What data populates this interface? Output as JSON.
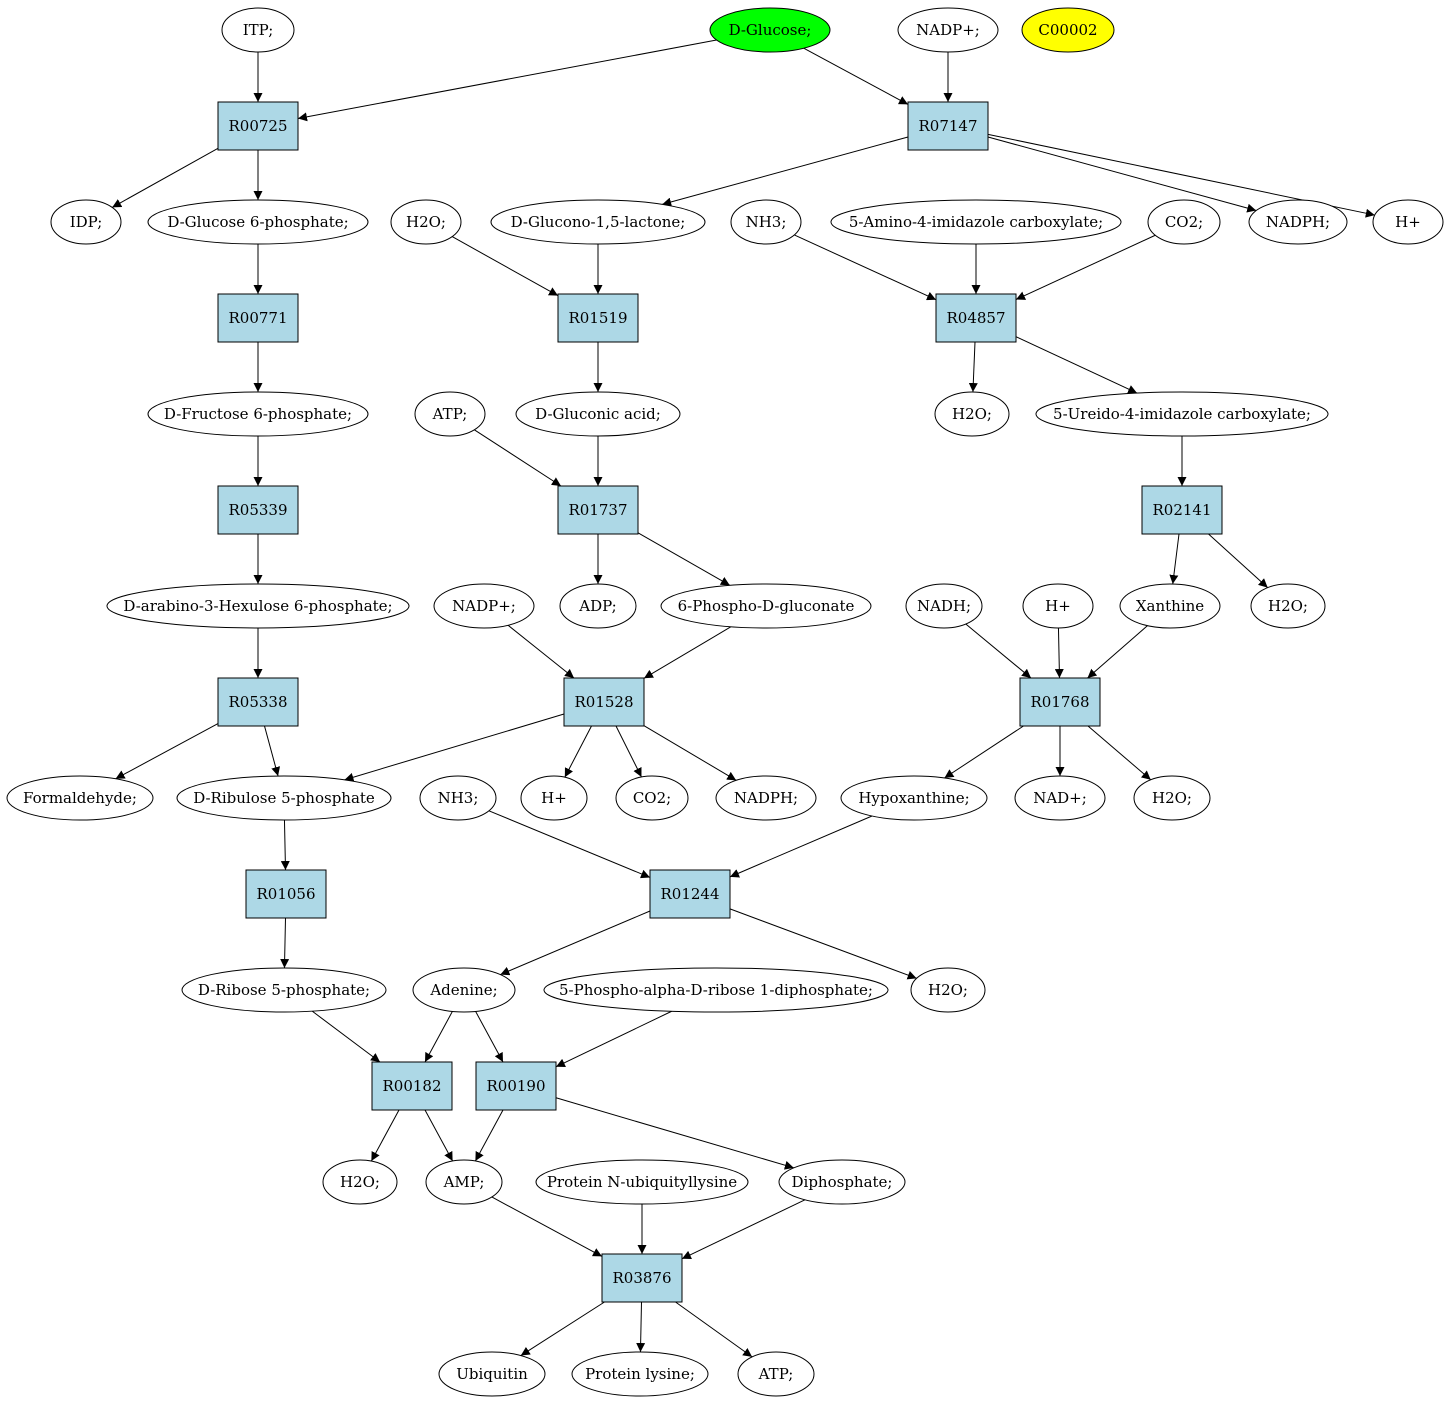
{
  "colors": {
    "reaction_fill": "#add8e6",
    "compound_fill": "#ffffff",
    "highlight_green": "#00ff00",
    "highlight_yellow": "#ffff00",
    "stroke": "#000000"
  },
  "nodes": [
    {
      "id": "itp",
      "label": "ITP;",
      "kind": "compound"
    },
    {
      "id": "dglucose",
      "label": "D-Glucose;",
      "kind": "compound",
      "fill": "green"
    },
    {
      "id": "nadp1",
      "label": "NADP+;",
      "kind": "compound"
    },
    {
      "id": "c00002",
      "label": "C00002",
      "kind": "compound",
      "fill": "yellow"
    },
    {
      "id": "r00725",
      "label": "R00725",
      "kind": "reaction"
    },
    {
      "id": "r07147",
      "label": "R07147",
      "kind": "reaction"
    },
    {
      "id": "idp",
      "label": "IDP;",
      "kind": "compound"
    },
    {
      "id": "g6p",
      "label": "D-Glucose 6-phosphate;",
      "kind": "compound"
    },
    {
      "id": "h2o1",
      "label": "H2O;",
      "kind": "compound"
    },
    {
      "id": "glucono",
      "label": "D-Glucono-1,5-lactone;",
      "kind": "compound"
    },
    {
      "id": "nh3a",
      "label": "NH3;",
      "kind": "compound"
    },
    {
      "id": "aica",
      "label": "5-Amino-4-imidazole carboxylate;",
      "kind": "compound"
    },
    {
      "id": "co2a",
      "label": "CO2;",
      "kind": "compound"
    },
    {
      "id": "nadph1",
      "label": "NADPH;",
      "kind": "compound"
    },
    {
      "id": "hplus1",
      "label": "H+",
      "kind": "compound"
    },
    {
      "id": "r00771",
      "label": "R00771",
      "kind": "reaction"
    },
    {
      "id": "r01519",
      "label": "R01519",
      "kind": "reaction"
    },
    {
      "id": "r04857",
      "label": "R04857",
      "kind": "reaction"
    },
    {
      "id": "f6p",
      "label": "D-Fructose 6-phosphate;",
      "kind": "compound"
    },
    {
      "id": "atp1",
      "label": "ATP;",
      "kind": "compound"
    },
    {
      "id": "gluconic",
      "label": "D-Gluconic acid;",
      "kind": "compound"
    },
    {
      "id": "h2o2",
      "label": "H2O;",
      "kind": "compound"
    },
    {
      "id": "uica",
      "label": "5-Ureido-4-imidazole carboxylate;",
      "kind": "compound"
    },
    {
      "id": "r05339",
      "label": "R05339",
      "kind": "reaction"
    },
    {
      "id": "r01737",
      "label": "R01737",
      "kind": "reaction"
    },
    {
      "id": "r02141",
      "label": "R02141",
      "kind": "reaction"
    },
    {
      "id": "hexulose",
      "label": "D-arabino-3-Hexulose 6-phosphate;",
      "kind": "compound"
    },
    {
      "id": "nadp2",
      "label": "NADP+;",
      "kind": "compound"
    },
    {
      "id": "adp",
      "label": "ADP;",
      "kind": "compound"
    },
    {
      "id": "pgluconate",
      "label": "6-Phospho-D-gluconate",
      "kind": "compound"
    },
    {
      "id": "nadh",
      "label": "NADH;",
      "kind": "compound"
    },
    {
      "id": "hplus2",
      "label": "H+",
      "kind": "compound"
    },
    {
      "id": "xanthine",
      "label": "Xanthine",
      "kind": "compound"
    },
    {
      "id": "h2o3",
      "label": "H2O;",
      "kind": "compound"
    },
    {
      "id": "r05338",
      "label": "R05338",
      "kind": "reaction"
    },
    {
      "id": "r01528",
      "label": "R01528",
      "kind": "reaction"
    },
    {
      "id": "r01768",
      "label": "R01768",
      "kind": "reaction"
    },
    {
      "id": "formaldehyde",
      "label": "Formaldehyde;",
      "kind": "compound"
    },
    {
      "id": "ru5p",
      "label": "D-Ribulose 5-phosphate",
      "kind": "compound"
    },
    {
      "id": "nh3b",
      "label": "NH3;",
      "kind": "compound"
    },
    {
      "id": "hplus3",
      "label": "H+",
      "kind": "compound"
    },
    {
      "id": "co2b",
      "label": "CO2;",
      "kind": "compound"
    },
    {
      "id": "nadph2",
      "label": "NADPH;",
      "kind": "compound"
    },
    {
      "id": "hypoxanthine",
      "label": "Hypoxanthine;",
      "kind": "compound"
    },
    {
      "id": "nadplus",
      "label": "NAD+;",
      "kind": "compound"
    },
    {
      "id": "h2o4",
      "label": "H2O;",
      "kind": "compound"
    },
    {
      "id": "r01056",
      "label": "R01056",
      "kind": "reaction"
    },
    {
      "id": "r01244",
      "label": "R01244",
      "kind": "reaction"
    },
    {
      "id": "r5p",
      "label": "D-Ribose 5-phosphate;",
      "kind": "compound"
    },
    {
      "id": "adenine",
      "label": "Adenine;",
      "kind": "compound"
    },
    {
      "id": "prpp",
      "label": "5-Phospho-alpha-D-ribose 1-diphosphate;",
      "kind": "compound"
    },
    {
      "id": "h2o5",
      "label": "H2O;",
      "kind": "compound"
    },
    {
      "id": "r00182",
      "label": "R00182",
      "kind": "reaction"
    },
    {
      "id": "r00190",
      "label": "R00190",
      "kind": "reaction"
    },
    {
      "id": "h2o6",
      "label": "H2O;",
      "kind": "compound"
    },
    {
      "id": "amp",
      "label": "AMP;",
      "kind": "compound"
    },
    {
      "id": "protubi",
      "label": "Protein N-ubiquityllysine",
      "kind": "compound"
    },
    {
      "id": "diphosphate",
      "label": "Diphosphate;",
      "kind": "compound"
    },
    {
      "id": "r03876",
      "label": "R03876",
      "kind": "reaction"
    },
    {
      "id": "ubiquitin",
      "label": "Ubiquitin",
      "kind": "compound"
    },
    {
      "id": "protlys",
      "label": "Protein lysine;",
      "kind": "compound"
    },
    {
      "id": "atp2",
      "label": "ATP;",
      "kind": "compound"
    }
  ],
  "edges": [
    [
      "itp",
      "r00725"
    ],
    [
      "dglucose",
      "r00725"
    ],
    [
      "dglucose",
      "r07147"
    ],
    [
      "nadp1",
      "r07147"
    ],
    [
      "r00725",
      "idp"
    ],
    [
      "r00725",
      "g6p"
    ],
    [
      "r07147",
      "glucono"
    ],
    [
      "r07147",
      "nadph1"
    ],
    [
      "r07147",
      "hplus1"
    ],
    [
      "g6p",
      "r00771"
    ],
    [
      "h2o1",
      "r01519"
    ],
    [
      "glucono",
      "r01519"
    ],
    [
      "nh3a",
      "r04857"
    ],
    [
      "aica",
      "r04857"
    ],
    [
      "co2a",
      "r04857"
    ],
    [
      "r00771",
      "f6p"
    ],
    [
      "r01519",
      "gluconic"
    ],
    [
      "r04857",
      "h2o2"
    ],
    [
      "r04857",
      "uica"
    ],
    [
      "f6p",
      "r05339"
    ],
    [
      "atp1",
      "r01737"
    ],
    [
      "gluconic",
      "r01737"
    ],
    [
      "uica",
      "r02141"
    ],
    [
      "r05339",
      "hexulose"
    ],
    [
      "r01737",
      "adp"
    ],
    [
      "r01737",
      "pgluconate"
    ],
    [
      "r02141",
      "xanthine"
    ],
    [
      "r02141",
      "h2o3"
    ],
    [
      "hexulose",
      "r05338"
    ],
    [
      "nadp2",
      "r01528"
    ],
    [
      "pgluconate",
      "r01528"
    ],
    [
      "nadh",
      "r01768"
    ],
    [
      "hplus2",
      "r01768"
    ],
    [
      "xanthine",
      "r01768"
    ],
    [
      "r05338",
      "formaldehyde"
    ],
    [
      "r05338",
      "ru5p"
    ],
    [
      "r01528",
      "ru5p"
    ],
    [
      "r01528",
      "hplus3"
    ],
    [
      "r01528",
      "co2b"
    ],
    [
      "r01528",
      "nadph2"
    ],
    [
      "r01768",
      "hypoxanthine"
    ],
    [
      "r01768",
      "nadplus"
    ],
    [
      "r01768",
      "h2o4"
    ],
    [
      "ru5p",
      "r01056"
    ],
    [
      "nh3b",
      "r01244"
    ],
    [
      "hypoxanthine",
      "r01244"
    ],
    [
      "r01056",
      "r5p"
    ],
    [
      "r01244",
      "adenine"
    ],
    [
      "r01244",
      "h2o5"
    ],
    [
      "r5p",
      "r00182"
    ],
    [
      "adenine",
      "r00182"
    ],
    [
      "adenine",
      "r00190"
    ],
    [
      "prpp",
      "r00190"
    ],
    [
      "r00182",
      "h2o6"
    ],
    [
      "r00182",
      "amp"
    ],
    [
      "r00190",
      "amp"
    ],
    [
      "r00190",
      "diphosphate"
    ],
    [
      "amp",
      "r03876"
    ],
    [
      "protubi",
      "r03876"
    ],
    [
      "diphosphate",
      "r03876"
    ],
    [
      "r03876",
      "ubiquitin"
    ],
    [
      "r03876",
      "protlys"
    ],
    [
      "r03876",
      "atp2"
    ]
  ]
}
